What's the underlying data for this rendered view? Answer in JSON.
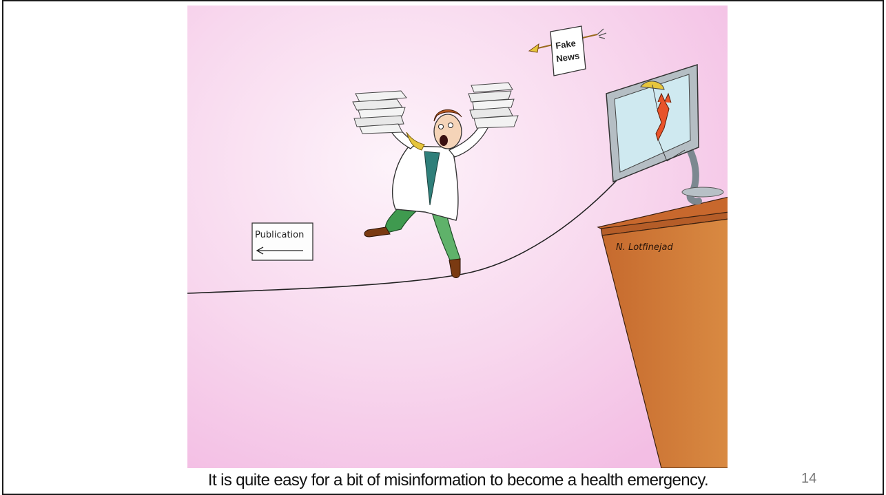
{
  "slide": {
    "caption": "It is quite easy for a bit of misinformation to become a health emergency.",
    "page_number": "14"
  },
  "illustration": {
    "sign_text": "Publication",
    "paper_line1": "Fake",
    "paper_line2": "News",
    "signature": "N. Lotfinejad"
  },
  "colors": {
    "background_pink_center": "#fdf3fa",
    "background_pink_edge": "#f5c3e6",
    "desk_top": "#c8682d",
    "desk_front": "#d4813c",
    "coat": "#ffffff",
    "pants": "#3f9a4f",
    "tie": "#e6c53c",
    "fox": "#e8532a",
    "monitor_screen": "#cfe9f0"
  },
  "icons": [
    "pointing-arrow-icon",
    "flying-arrow-icon"
  ]
}
